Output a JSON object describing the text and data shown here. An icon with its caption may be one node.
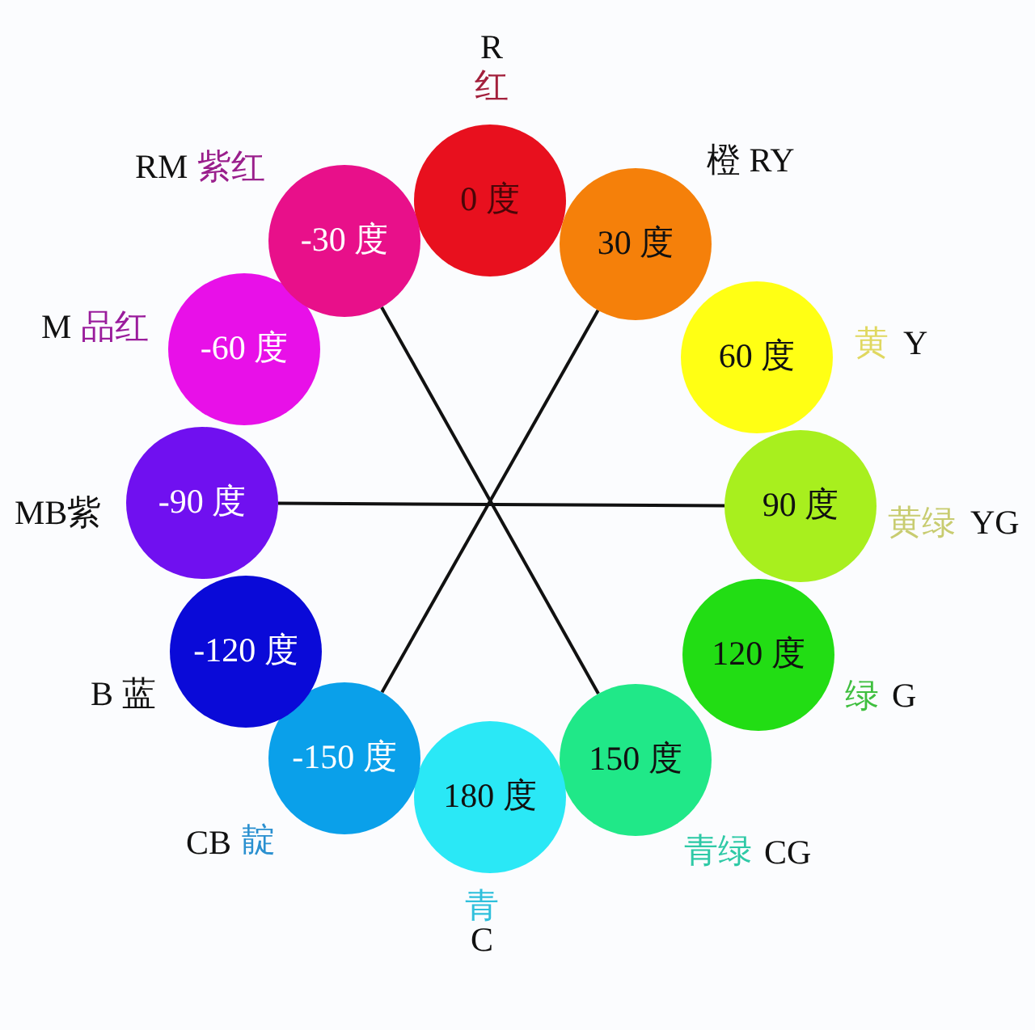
{
  "diagram": {
    "nodes": [
      {
        "text": [
          "0 度"
        ],
        "beside": [
          "R",
          "红"
        ]
      },
      {
        "text": [
          "30 度"
        ],
        "beside": [
          "橙 RY"
        ]
      },
      {
        "text": [
          "60 度"
        ],
        "beside": [
          "黄",
          "Y"
        ]
      },
      {
        "text": [
          "90 度"
        ],
        "beside": [
          "黄绿",
          "YG"
        ]
      },
      {
        "text": [
          "120 度"
        ],
        "beside": [
          "绿",
          "G"
        ]
      },
      {
        "text": [
          "150 度"
        ],
        "beside": [
          "青绿",
          "CG"
        ]
      },
      {
        "text": [
          "180 度"
        ],
        "beside": [
          "青",
          "C"
        ]
      },
      {
        "text": [
          "-150 度"
        ],
        "beside": [
          "CB",
          "靛"
        ]
      },
      {
        "text": [
          "-120 度"
        ],
        "beside": [
          "B 蓝"
        ]
      },
      {
        "text": [
          "-90 度"
        ],
        "beside": [
          "MB紫"
        ]
      },
      {
        "text": [
          "-60 度"
        ],
        "beside": [
          "M",
          "品红"
        ]
      },
      {
        "text": [
          "-30 度"
        ],
        "beside": [
          "RM",
          "紫红"
        ]
      }
    ],
    "edges": [
      {
        "from": 11,
        "to": 5,
        "arrow": "none"
      },
      {
        "from": 1,
        "to": 7,
        "arrow": "none"
      },
      {
        "from": 9,
        "to": 3,
        "arrow": "none"
      }
    ]
  }
}
